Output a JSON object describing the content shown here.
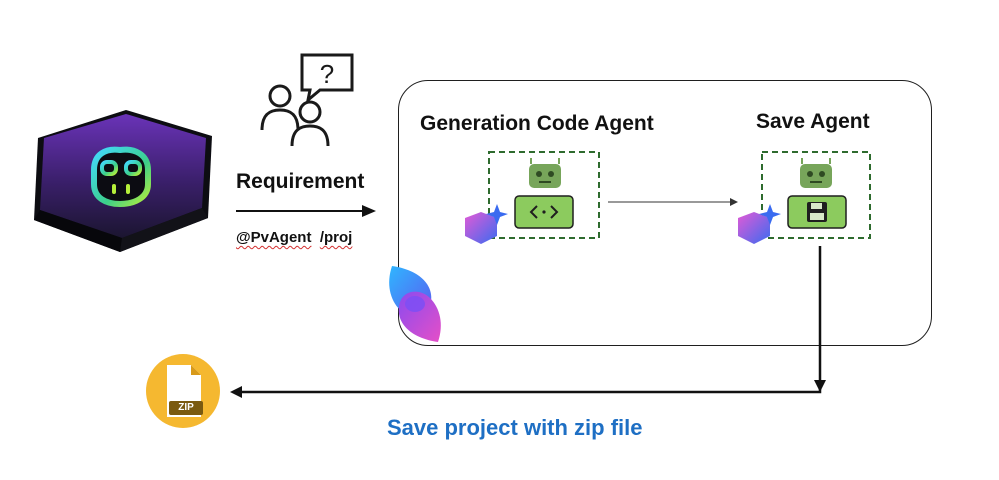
{
  "requirement": {
    "label": "Requirement",
    "command_mention": "@PvAgent",
    "command_path": "/proj"
  },
  "agents": {
    "generation_title": "Generation Code Agent",
    "save_title": "Save Agent"
  },
  "output": {
    "caption": "Save project with zip file",
    "zip_label": "ZIP"
  },
  "colors": {
    "caption": "#1e6fc4",
    "dashed_border": "#2e6b2e",
    "tool_green": "#8ccb5e",
    "bot_green": "#77a55a",
    "zip_gold": "#f5b830"
  },
  "icons": {
    "app_logo": "copilot-app-logo",
    "requirement": "people-question-icon",
    "code": "code-brackets-icon",
    "save": "floppy-disk-icon",
    "bot": "robot-icon",
    "azure": "azure-ai-hexagon-icon",
    "semantic_kernel": "semantic-kernel-logo",
    "zip": "zip-file-icon"
  }
}
